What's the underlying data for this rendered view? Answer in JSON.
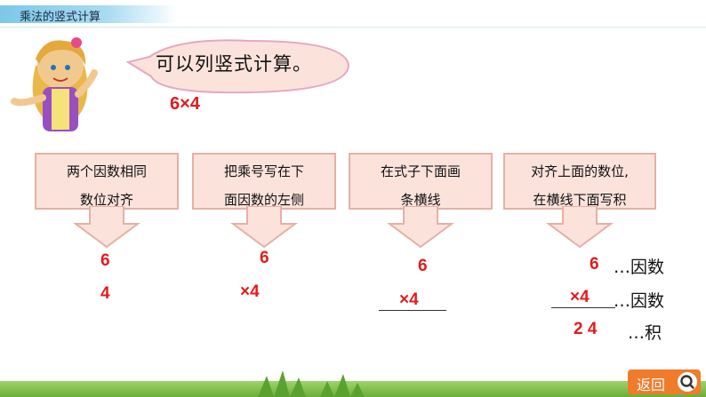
{
  "header": {
    "title": "乘法的竖式计算"
  },
  "bubble": {
    "text": "可以列竖式计算。"
  },
  "expression": "6×4",
  "steps": [
    {
      "line1": "两个因数相同",
      "line2": "数位对齐"
    },
    {
      "line1": "把乘号写在下",
      "line2": "面因数的左侧"
    },
    {
      "line1": "在式子下面画",
      "line2": "条横线"
    },
    {
      "line1": "对齐上面的数位,",
      "line2": "在横线下面写积"
    }
  ],
  "examples": {
    "col1": {
      "top": "6",
      "bottom": "4"
    },
    "col2": {
      "top": "6",
      "bottom": "×4"
    },
    "col3": {
      "top": "6",
      "bottom": "×4"
    },
    "col4": {
      "top": "6",
      "bottom": "×4",
      "product": "2 4",
      "top_label": "…因数",
      "bottom_label": "…因数",
      "product_label": "…积"
    }
  },
  "nav": {
    "back_label": "返回"
  },
  "colors": {
    "red": "#e31b1b",
    "box_fill": "#fbe3dc",
    "box_border": "#e7b0a3",
    "button": "#f07b2a"
  },
  "icons": {
    "girl": "girl-illustration",
    "search": "search-icon",
    "arrow": "down-arrow-icon"
  }
}
